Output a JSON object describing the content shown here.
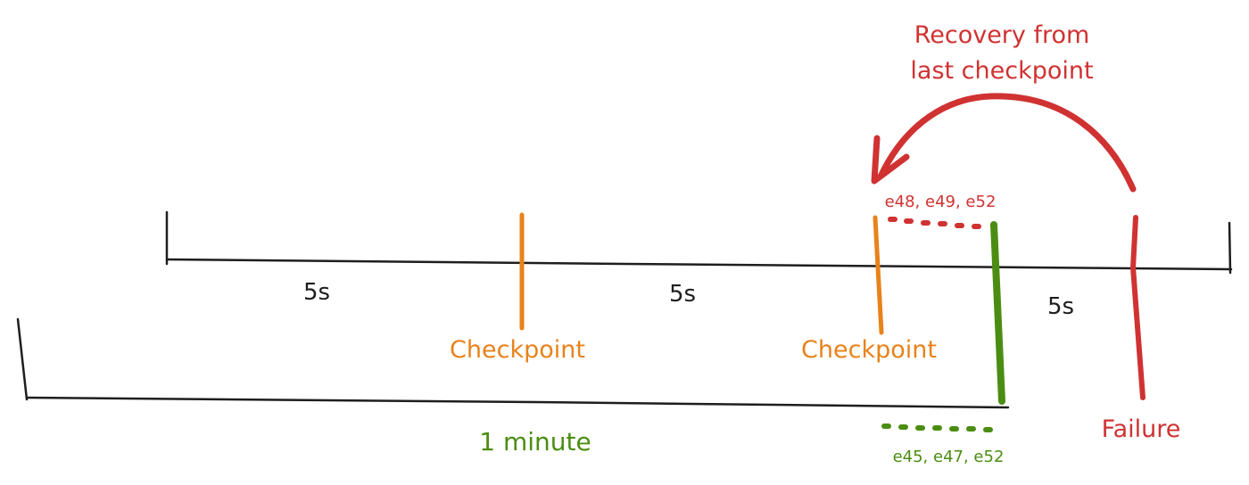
{
  "timeline": {
    "segments": [
      "5s",
      "5s",
      "5s"
    ]
  },
  "checkpoints": {
    "first_label": "Checkpoint",
    "second_label": "Checkpoint"
  },
  "window": {
    "label": "1 minute",
    "events_label": "e45, e47, e52"
  },
  "recovery": {
    "line1": "Recovery from",
    "line2": "last checkpoint",
    "events_label": "e48, e49, e52"
  },
  "failure": {
    "label": "Failure"
  },
  "colors": {
    "ink": "#1e1e1e",
    "checkpoint": "#e8821a",
    "window": "#4b8d12",
    "failure": "#d03232"
  }
}
